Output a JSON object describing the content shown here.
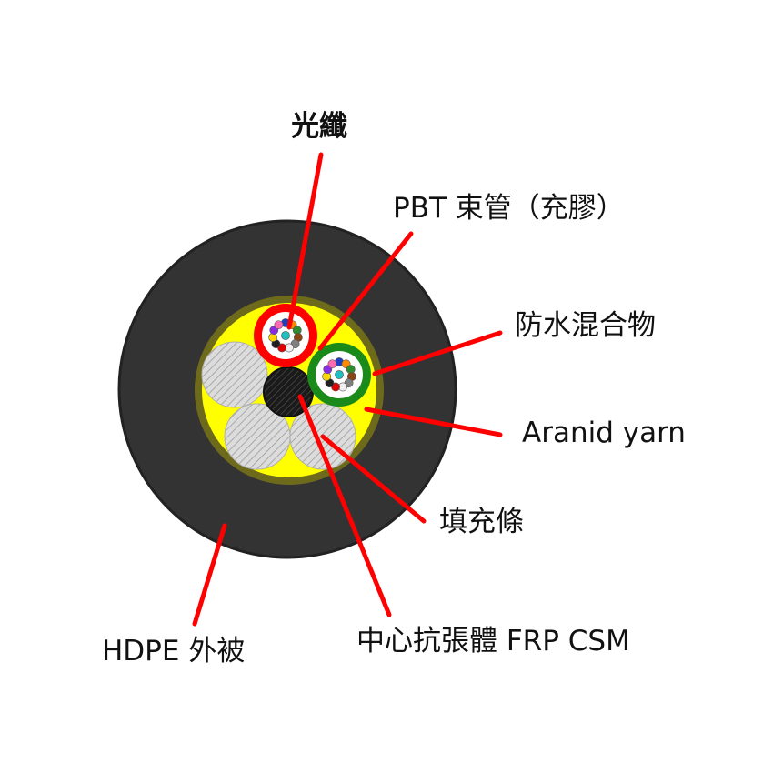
{
  "labels": {
    "fiber": "光纖",
    "pbt_tube": "PBT 束管（充膠）",
    "water_blocking": "防水混合物",
    "aramid_yarn": "Aranid yarn",
    "filler_rod": "填充條",
    "central_strength_member": "中心抗張體 FRP CSM",
    "hdpe_jacket": "HDPE 外被"
  },
  "colors": {
    "jacket": "#333333",
    "jacket_edge": "#222222",
    "yarn_ring": "#6e6a1c",
    "yarn_fill": "#ffff00",
    "tube_red": "#ff0000",
    "tube_green": "#1a8a1a",
    "filler": "#d8d8d8",
    "csm": "#1e1e1e",
    "leader": "#ff0000",
    "text": "#111111"
  },
  "fiber_colors": [
    "#1f3fbf",
    "#ff8c00",
    "#2e8b2e",
    "#8b4513",
    "#808080",
    "#f0f0f0",
    "#e00000",
    "#202020",
    "#ffd700",
    "#8a2be2",
    "#ff69b4",
    "#20c0c0"
  ]
}
